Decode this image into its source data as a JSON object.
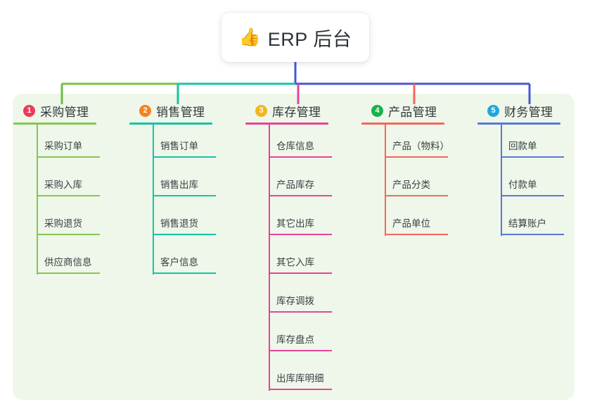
{
  "root": {
    "icon": "thumbs-up-icon",
    "emoji": "👍",
    "title": "ERP 后台"
  },
  "theme": {
    "page_background": "#ffffff",
    "panel_background": "#eef7e9",
    "root_text_color": "#2d3338",
    "leaf_text_color": "#3a4046",
    "trunk_segment_green": "#7ac143",
    "trunk_segment_teal": "#18c6a5",
    "trunk_segment_blue": "#4a56cf"
  },
  "branches": [
    {
      "index": "1",
      "title": "采购管理",
      "badge_color": "#ec3b5b",
      "line_color": "#85c653",
      "stub_color": "#6bbd45",
      "items": [
        {
          "label": "采购订单"
        },
        {
          "label": "采购入库"
        },
        {
          "label": "采购退货"
        },
        {
          "label": "供应商信息"
        }
      ]
    },
    {
      "index": "2",
      "title": "销售管理",
      "badge_color": "#f58220",
      "line_color": "#16c3a8",
      "stub_color": "#16c3a8",
      "items": [
        {
          "label": "销售订单"
        },
        {
          "label": "销售出库"
        },
        {
          "label": "销售退货"
        },
        {
          "label": "客户信息"
        }
      ]
    },
    {
      "index": "3",
      "title": "库存管理",
      "badge_color": "#f5b61c",
      "line_color": "#e8439b",
      "stub_color": "#e8439b",
      "items": [
        {
          "label": "仓库信息"
        },
        {
          "label": "产品库存"
        },
        {
          "label": "其它出库"
        },
        {
          "label": "其它入库"
        },
        {
          "label": "库存调拨"
        },
        {
          "label": "库存盘点"
        },
        {
          "label": "出库库明细"
        }
      ]
    },
    {
      "index": "4",
      "title": "产品管理",
      "badge_color": "#18b14b",
      "line_color": "#f4675f",
      "stub_color": "#f4675f",
      "items": [
        {
          "label": "产品（物料）"
        },
        {
          "label": "产品分类"
        },
        {
          "label": "产品单位"
        }
      ]
    },
    {
      "index": "5",
      "title": "财务管理",
      "badge_color": "#21a5dd",
      "line_color": "#5b77d6",
      "stub_color": "#4a56cf",
      "items": [
        {
          "label": "回款单"
        },
        {
          "label": "付款单"
        },
        {
          "label": "结算账户"
        }
      ]
    }
  ]
}
